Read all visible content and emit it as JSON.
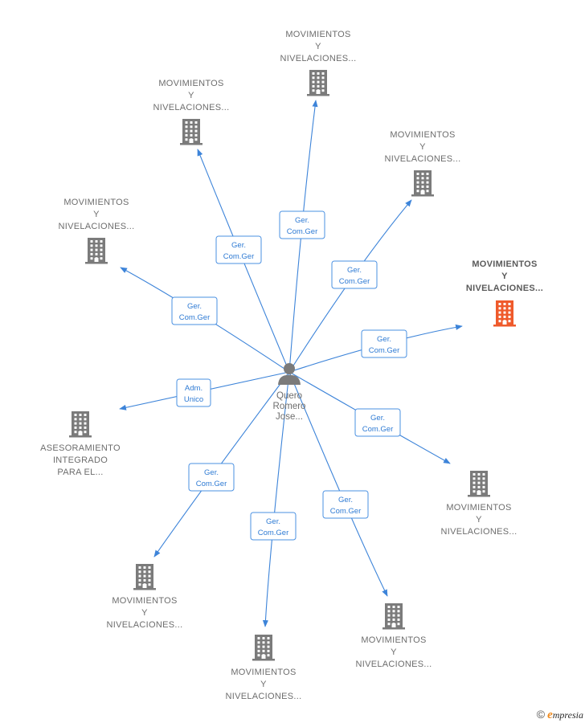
{
  "colors": {
    "edge": "#3d84d9",
    "building": "#7b7b7b",
    "building_highlight": "#ef5a2b",
    "label": "#6d6d6d"
  },
  "center": {
    "lines": [
      "Quero",
      "Romero",
      "Jose..."
    ],
    "icon": "person-icon"
  },
  "companies": [
    {
      "lines": [
        "MOVIMIENTOS",
        "Y",
        "NIVELACIONES..."
      ],
      "relation": [
        "Ger.",
        "Com.Ger"
      ],
      "highlight": false
    },
    {
      "lines": [
        "MOVIMIENTOS",
        "Y",
        "NIVELACIONES..."
      ],
      "relation": [
        "Ger.",
        "Com.Ger"
      ],
      "highlight": false
    },
    {
      "lines": [
        "MOVIMIENTOS",
        "Y",
        "NIVELACIONES..."
      ],
      "relation": [
        "Ger.",
        "Com.Ger"
      ],
      "highlight": false
    },
    {
      "lines": [
        "MOVIMIENTOS",
        "Y",
        "NIVELACIONES..."
      ],
      "relation": [
        "Ger.",
        "Com.Ger"
      ],
      "highlight": false
    },
    {
      "lines": [
        "MOVIMIENTOS",
        "Y",
        "NIVELACIONES..."
      ],
      "relation": [
        "Ger.",
        "Com.Ger"
      ],
      "highlight": true
    },
    {
      "lines": [
        "MOVIMIENTOS",
        "Y",
        "NIVELACIONES..."
      ],
      "relation": [
        "Ger.",
        "Com.Ger"
      ],
      "highlight": false
    },
    {
      "lines": [
        "MOVIMIENTOS",
        "Y",
        "NIVELACIONES..."
      ],
      "relation": [
        "Ger.",
        "Com.Ger"
      ],
      "highlight": false
    },
    {
      "lines": [
        "MOVIMIENTOS",
        "Y",
        "NIVELACIONES..."
      ],
      "relation": [
        "Ger.",
        "Com.Ger"
      ],
      "highlight": false
    },
    {
      "lines": [
        "MOVIMIENTOS",
        "Y",
        "NIVELACIONES..."
      ],
      "relation": [
        "Ger.",
        "Com.Ger"
      ],
      "highlight": false
    },
    {
      "lines": [
        "ASESORAMIENTO",
        "INTEGRADO",
        "PARA EL..."
      ],
      "relation": [
        "Adm.",
        "Unico"
      ],
      "highlight": false
    }
  ],
  "footer": {
    "copyright": "©",
    "brand_initial": "e",
    "brand_rest": "mpresia"
  }
}
